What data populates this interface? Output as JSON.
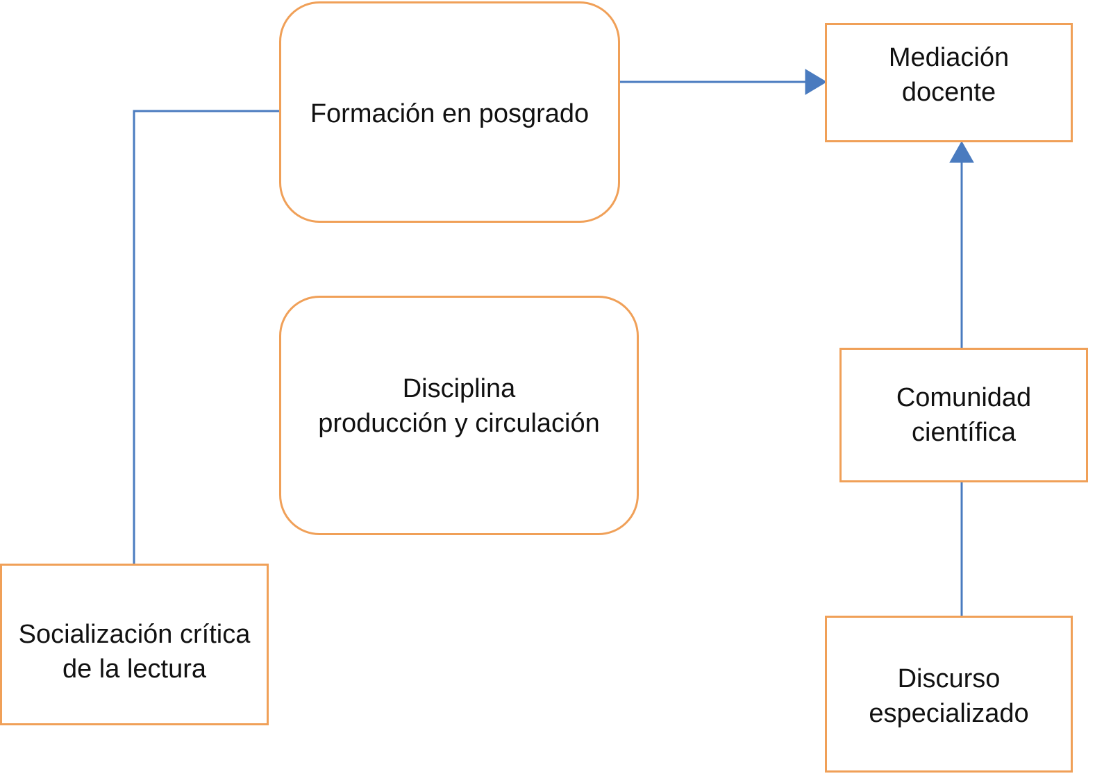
{
  "diagram": {
    "colors": {
      "box_border": "#F0A058",
      "connector": "#4A7BBF",
      "text": "#111111",
      "background": "#ffffff"
    },
    "nodes": {
      "formacion": {
        "lines": [
          "Formación en posgrado"
        ],
        "shape": "rounded-rectangle"
      },
      "disciplina": {
        "lines": [
          "Disciplina",
          "producción y circulación"
        ],
        "shape": "rounded-rectangle"
      },
      "mediacion": {
        "lines": [
          "Mediación",
          "docente"
        ],
        "shape": "rectangle"
      },
      "comunidad": {
        "lines": [
          "Comunidad",
          "científica"
        ],
        "shape": "rectangle"
      },
      "discurso": {
        "lines": [
          "Discurso",
          "especializado"
        ],
        "shape": "rectangle"
      },
      "socializacion": {
        "lines": [
          "Socialización crítica",
          "de la lectura"
        ],
        "shape": "rectangle"
      }
    },
    "edges": [
      {
        "from": "socializacion",
        "to": "formacion",
        "arrow": false
      },
      {
        "from": "formacion",
        "to": "mediacion",
        "arrow": true
      },
      {
        "from": "discurso",
        "to": "comunidad",
        "arrow": false
      },
      {
        "from": "comunidad",
        "to": "mediacion",
        "arrow": true
      }
    ]
  }
}
